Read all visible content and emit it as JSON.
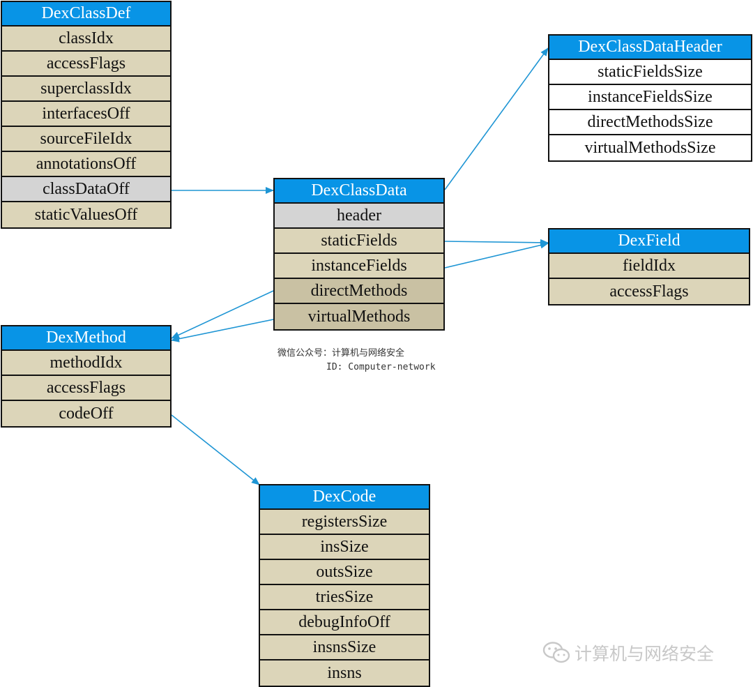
{
  "colors": {
    "header_blue": "#0894e6",
    "field_tan": "#dcd5b9",
    "field_gray": "#d4d4d4",
    "field_darktan": "#c9c1a3",
    "field_white": "#ffffff",
    "arrow": "#1e95d4",
    "border": "#111111"
  },
  "structs": {
    "DexClassDef": {
      "title": "DexClassDef",
      "fields": [
        {
          "name": "classIdx",
          "fill": "tan"
        },
        {
          "name": "accessFlags",
          "fill": "tan"
        },
        {
          "name": "superclassIdx",
          "fill": "tan"
        },
        {
          "name": "interfacesOff",
          "fill": "tan"
        },
        {
          "name": "sourceFileIdx",
          "fill": "tan"
        },
        {
          "name": "annotationsOff",
          "fill": "tan"
        },
        {
          "name": "classDataOff",
          "fill": "gray"
        },
        {
          "name": "staticValuesOff",
          "fill": "tan"
        }
      ]
    },
    "DexClassData": {
      "title": "DexClassData",
      "fields": [
        {
          "name": "header",
          "fill": "gray"
        },
        {
          "name": "staticFields",
          "fill": "tan"
        },
        {
          "name": "instanceFields",
          "fill": "tan"
        },
        {
          "name": "directMethods",
          "fill": "darktan"
        },
        {
          "name": "virtualMethods",
          "fill": "darktan"
        }
      ]
    },
    "DexClassDataHeader": {
      "title": "DexClassDataHeader",
      "fields": [
        {
          "name": "staticFieldsSize",
          "fill": "white"
        },
        {
          "name": "instanceFieldsSize",
          "fill": "white"
        },
        {
          "name": "directMethodsSize",
          "fill": "white"
        },
        {
          "name": "virtualMethodsSize",
          "fill": "white"
        }
      ]
    },
    "DexField": {
      "title": "DexField",
      "fields": [
        {
          "name": "fieldIdx",
          "fill": "tan"
        },
        {
          "name": "accessFlags",
          "fill": "tan"
        }
      ]
    },
    "DexMethod": {
      "title": "DexMethod",
      "fields": [
        {
          "name": "methodIdx",
          "fill": "tan"
        },
        {
          "name": "accessFlags",
          "fill": "tan"
        },
        {
          "name": "codeOff",
          "fill": "tan"
        }
      ]
    },
    "DexCode": {
      "title": "DexCode",
      "fields": [
        {
          "name": "registersSize",
          "fill": "tan"
        },
        {
          "name": "insSize",
          "fill": "tan"
        },
        {
          "name": "outsSize",
          "fill": "tan"
        },
        {
          "name": "triesSize",
          "fill": "tan"
        },
        {
          "name": "debugInfoOff",
          "fill": "tan"
        },
        {
          "name": "insnsSize",
          "fill": "tan"
        },
        {
          "name": "insns",
          "fill": "tan"
        }
      ]
    }
  },
  "watermark": {
    "line1": "微信公众号：计算机与网络安全",
    "line2": "ID: Computer-network",
    "bottom": "计算机与网络安全",
    "bottom_icon": "wechat-icon"
  }
}
